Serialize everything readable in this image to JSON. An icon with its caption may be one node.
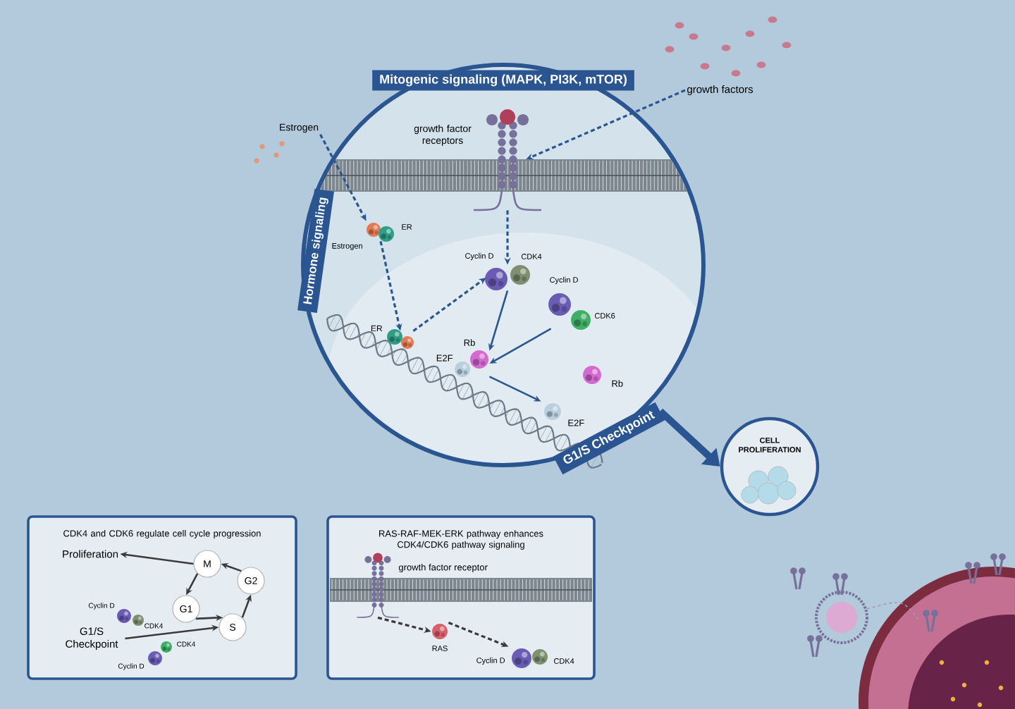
{
  "diagram": {
    "nodes": [
      {
        "text": [
          "Mitogenic signaling (MAPK, PI3K, mTOR)"
        ]
      },
      {
        "text": [
          "growth factors"
        ]
      },
      {
        "text": [
          "Hormone signaling"
        ]
      },
      {
        "text": [
          "Estrogen"
        ]
      },
      {
        "text": [
          "growth factor receptors"
        ]
      },
      {
        "text": [
          "ER",
          "Estrogen"
        ]
      },
      {
        "text": [
          "Cyclin D",
          "CDK4"
        ]
      },
      {
        "text": [
          "Cyclin D",
          "CDK6"
        ]
      },
      {
        "text": [
          "ER"
        ]
      },
      {
        "text": [
          "Rb",
          "E2F"
        ]
      },
      {
        "text": [
          "Rb"
        ]
      },
      {
        "text": [
          "E2F"
        ]
      },
      {
        "text": [
          "G1/S Checkpoint"
        ]
      },
      {
        "text": [
          "CELL PROLIFERATION"
        ]
      },
      {
        "text": [
          "CDK4 and CDK6 regulate cell cycle progression"
        ]
      },
      {
        "text": [
          "Proliferation"
        ],
        "in": 14
      },
      {
        "text": [
          "M"
        ],
        "in": 14
      },
      {
        "text": [
          "G2"
        ],
        "in": 14
      },
      {
        "text": [
          "G1"
        ],
        "in": 14
      },
      {
        "text": [
          "S"
        ],
        "in": 14
      },
      {
        "text": [
          "Cyclin D",
          "CDK4"
        ],
        "in": 14
      },
      {
        "text": [
          "G1/S Checkpoint"
        ],
        "in": 14
      },
      {
        "text": [
          "CDK4",
          "Cyclin D"
        ],
        "in": 14
      },
      {
        "text": [
          "RAS-RAF-MEK-ERK pathway enhances CDK4/CDK6 pathway signaling"
        ]
      },
      {
        "text": [
          "growth factor receptor"
        ],
        "in": 23
      },
      {
        "text": [
          "RAS"
        ],
        "in": 23
      },
      {
        "text": [
          "Cyclin D",
          "CDK4"
        ],
        "in": 23
      }
    ],
    "edges": [
      {
        "from": 1,
        "to": 4,
        "arrow": "to",
        "style": "dashed"
      },
      {
        "from": 3,
        "to": 5,
        "arrow": "to",
        "style": "dashed"
      },
      {
        "from": 4,
        "to": 6,
        "arrow": "to",
        "style": "dashed"
      },
      {
        "from": 5,
        "to": 8,
        "arrow": "to",
        "style": "dashed"
      },
      {
        "from": 8,
        "to": 6,
        "arrow": "to",
        "style": "dashed"
      },
      {
        "from": 6,
        "to": 9,
        "arrow": "to"
      },
      {
        "from": 7,
        "to": 9,
        "arrow": "to"
      },
      {
        "from": 9,
        "to": 11,
        "arrow": "to"
      },
      {
        "from": 12,
        "to": 13,
        "arrow": "to",
        "style": "thick"
      },
      {
        "from": 16,
        "to": 15,
        "arrow": "to",
        "color": "#3a3a3a"
      },
      {
        "from": 16,
        "to": 18,
        "arrow": "to",
        "color": "#3a3a3a"
      },
      {
        "from": 18,
        "to": 19,
        "arrow": "to",
        "color": "#3a3a3a"
      },
      {
        "from": 19,
        "to": 17,
        "arrow": "to",
        "color": "#3a3a3a"
      },
      {
        "from": 17,
        "to": 16,
        "arrow": "to",
        "color": "#3a3a3a"
      },
      {
        "from": 21,
        "to": 19,
        "arrow": "to",
        "color": "#3a3a3a"
      },
      {
        "from": 24,
        "to": 25,
        "arrow": "to",
        "style": "dashed",
        "color": "#3a3a3a"
      },
      {
        "from": 25,
        "to": 26,
        "arrow": "to",
        "style": "dashed",
        "color": "#3a3a3a"
      }
    ]
  }
}
